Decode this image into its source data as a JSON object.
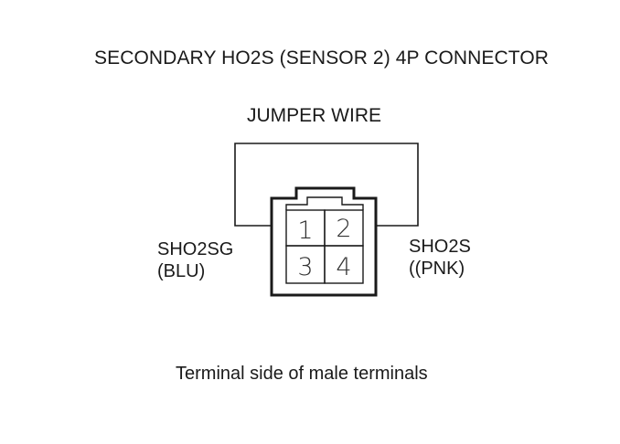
{
  "title": "SECONDARY HO2S (SENSOR 2) 4P CONNECTOR",
  "jumper_label": "JUMPER WIRE",
  "left_terminal": {
    "name": "SHO2SG",
    "color": "(BLU)"
  },
  "right_terminal": {
    "name": "SHO2S",
    "color": "((PNK)"
  },
  "pins": [
    "1",
    "2",
    "3",
    "4"
  ],
  "caption": "Terminal side of male terminals"
}
